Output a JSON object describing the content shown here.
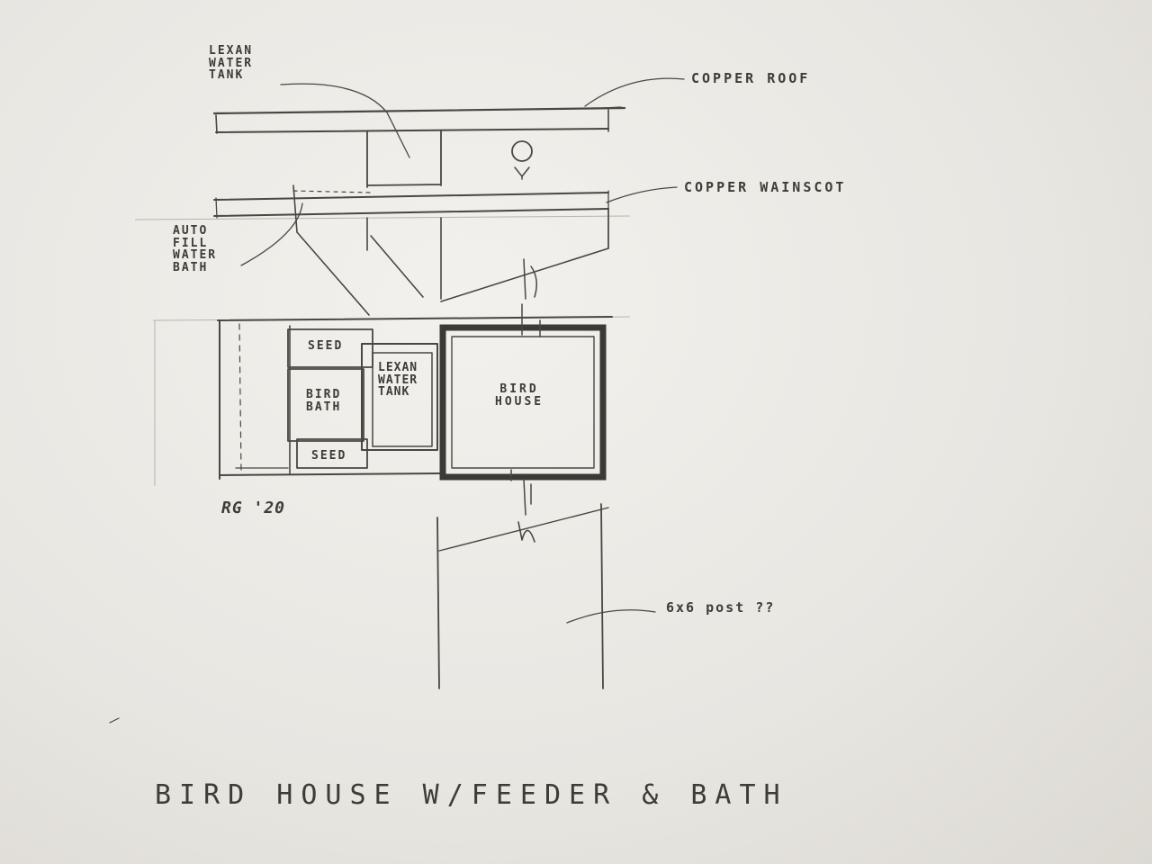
{
  "elevation_labels": {
    "lexan_water_tank": [
      "LEXAN",
      "WATER",
      "TANK"
    ],
    "copper_roof": "COPPER ROOF",
    "copper_wainscot": "COPPER WAINSCOT",
    "auto_fill_water_bath": [
      "AUTO",
      "FILL",
      "WATER",
      "BATH"
    ]
  },
  "plan_labels": {
    "seed_top": "SEED",
    "bird_bath": [
      "BIRD",
      "BATH"
    ],
    "lexan_water_tank": [
      "LEXAN",
      "WATER",
      "TANK"
    ],
    "bird_house": [
      "BIRD",
      "HOUSE"
    ],
    "seed_bottom": "SEED"
  },
  "post_label": "6x6 post ??",
  "signature": "RG '20",
  "title": "BIRD HOUSE W/FEEDER & BATH"
}
